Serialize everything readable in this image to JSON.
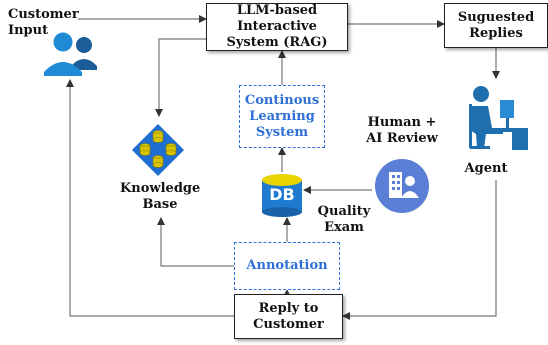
{
  "nodes": {
    "customer_input": "Customer Input",
    "llm_system": "LLM-based Interactive\nSystem (RAG)",
    "suggested_replies": "Suguested\nReplies",
    "continous_learning": "Continous\nLearning\nSystem",
    "human_ai_review": "Human +\nAI Review",
    "knowledge_base": "Knowledge\nBase",
    "agent": "Agent",
    "quality_exam": "Quality\nExam",
    "annotation": "Annotation",
    "reply_to_customer": "Reply to\nCustomer",
    "db_icon_text": "DB"
  },
  "colors": {
    "accent_blue": "#2f6fd6",
    "icon_blue": "#1f8ad6",
    "icon_dark": "#1a5d99",
    "review_bg": "#5b7fd6",
    "kb_gold": "#d8c400",
    "line": "#777777"
  },
  "icons": {
    "customer": "users-icon",
    "agent": "agent-at-desk-icon",
    "knowledge_base": "knowledge-graph-icon",
    "database": "database-icon",
    "review": "review-badge-icon"
  }
}
